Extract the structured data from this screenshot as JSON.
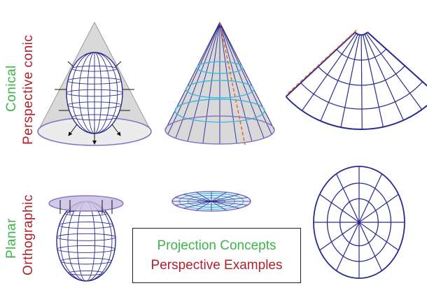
{
  "row_labels": {
    "conical": {
      "category": "Conical",
      "subtype": "Perspective conic"
    },
    "planar": {
      "category": "Planar",
      "subtype": "Orthographic"
    }
  },
  "caption": {
    "line1": "Projection Concepts",
    "line2": "Perspective Examples"
  },
  "colors": {
    "category_green": "#3bb54a",
    "subtype_red": "#b0202a",
    "graticule_blue": "#2b2a8f",
    "cyan_circle": "#39b7e6",
    "surface_fill": "#d9d9d9",
    "outline_purple": "#8576c2",
    "dashed_orange": "#e86a33",
    "caption_green": "#3bb54a",
    "caption_red": "#b0202a"
  },
  "panels": [
    "perspective-conic-globe-in-cone",
    "cone-with-parallels-and-meridians",
    "unrolled-conic-fan",
    "orthographic-globe-under-plane",
    "flat-planar-disk",
    "orthographic-azimuthal-grid"
  ]
}
